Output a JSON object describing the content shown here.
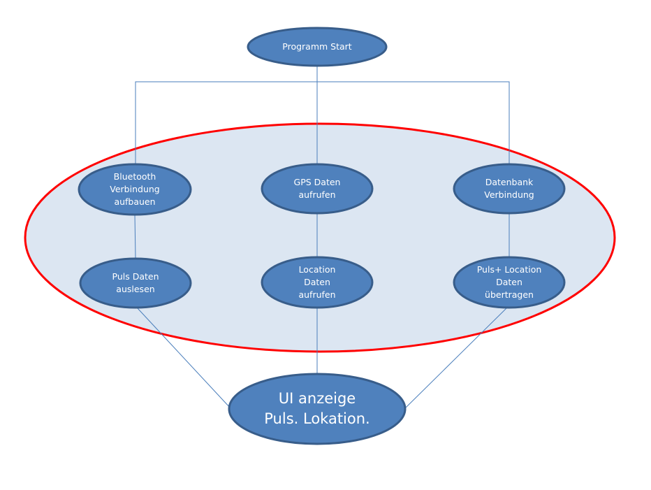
{
  "colors": {
    "node_fill": "#4f81bd",
    "node_stroke": "#385d8a",
    "group_fill": "#dce6f2",
    "group_stroke": "#ff0000",
    "connector": "#4a7ebb"
  },
  "nodes": {
    "start": [
      "Programm Start"
    ],
    "bluetooth": [
      "Bluetooth",
      "Verbindung",
      "aufbauen"
    ],
    "gps": [
      "GPS Daten",
      "aufrufen"
    ],
    "datenbank": [
      "Datenbank",
      "Verbindung"
    ],
    "puls": [
      "Puls Daten",
      "auslesen"
    ],
    "location": [
      "Location",
      "Daten",
      "aufrufen"
    ],
    "upload": [
      "Puls+ Location",
      "Daten",
      "übertragen"
    ],
    "ui": [
      "UI anzeige",
      "Puls. Lokation."
    ]
  }
}
